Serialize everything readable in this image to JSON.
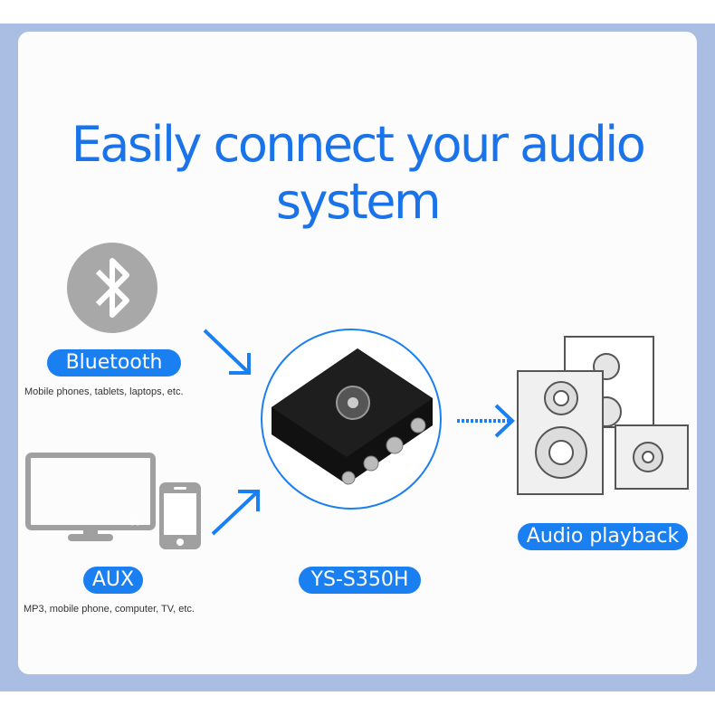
{
  "title": "Easily connect your audio system",
  "sources": [
    {
      "label": "Bluetooth",
      "caption": "Mobile phones, tablets, laptops, etc.",
      "icon": "bluetooth-icon"
    },
    {
      "label": "AUX",
      "caption": "MP3, mobile phone, computer, TV, etc.",
      "icon": "monitor-phone-icon"
    }
  ],
  "device": {
    "label": "YS-S350H"
  },
  "output": {
    "label": "Audio playback",
    "icon": "speakers-icon"
  },
  "colors": {
    "accent": "#1a7ff0",
    "frame": "#a9bee2",
    "icon_gray": "#a0a0a0"
  }
}
